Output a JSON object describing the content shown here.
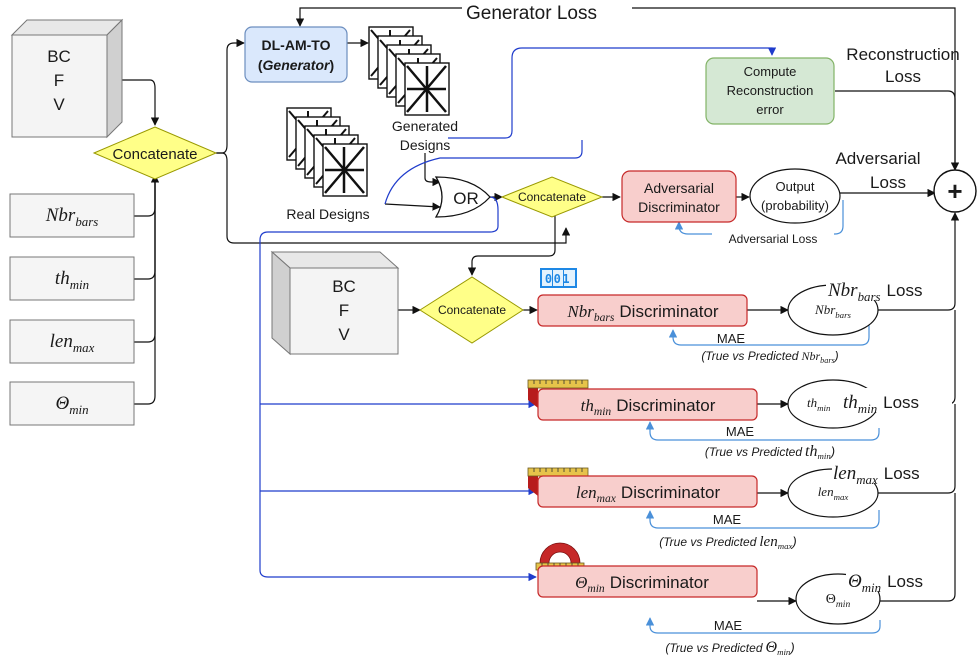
{
  "top_loss": "Generator Loss",
  "generator": {
    "title": "DL-AM-TO",
    "subtitle": "Generator"
  },
  "input_cube_1": {
    "lines": [
      "BC",
      "F",
      "V"
    ]
  },
  "input_cube_2": {
    "lines": [
      "BC",
      "F",
      "V"
    ]
  },
  "concatenate_label": "Concatenate",
  "or_label": "OR",
  "generated_designs": [
    "Generated",
    "Designs"
  ],
  "real_designs": "Real Designs",
  "reconstruction": {
    "box": [
      "Compute",
      "Reconstruction",
      "error"
    ],
    "loss": [
      "Reconstruction",
      "Loss"
    ]
  },
  "adversarial": {
    "discriminator": [
      "Adversarial",
      "Discriminator"
    ],
    "output": [
      "Output",
      "(probability)"
    ],
    "feedback": "Adversarial Loss",
    "loss": [
      "Adversarial",
      "Loss"
    ]
  },
  "constraints": [
    {
      "base": "Nbr",
      "sub": "bars"
    },
    {
      "base": "th",
      "sub": "min"
    },
    {
      "base": "len",
      "sub": "max"
    },
    {
      "base": "Θ",
      "sub": "min"
    }
  ],
  "discriminator_word": "Discriminator",
  "loss_word": "Loss",
  "mae": "MAE",
  "true_vs_predicted": "(True vs Predicted",
  "sum_symbol": "+",
  "counter_icon_text": "001",
  "colors": {
    "generator_fill": "#dae8fc",
    "generator_stroke": "#6c8ebf",
    "recon_fill": "#d5e8d4",
    "recon_stroke": "#82b366",
    "disc_fill": "#f8cecc",
    "disc_stroke": "#c62828",
    "diamond_fill": "#ffff88",
    "diamond_stroke": "#999900",
    "arrow_blue": "#1f3ccc",
    "feedback_blue": "#4a90d9"
  }
}
